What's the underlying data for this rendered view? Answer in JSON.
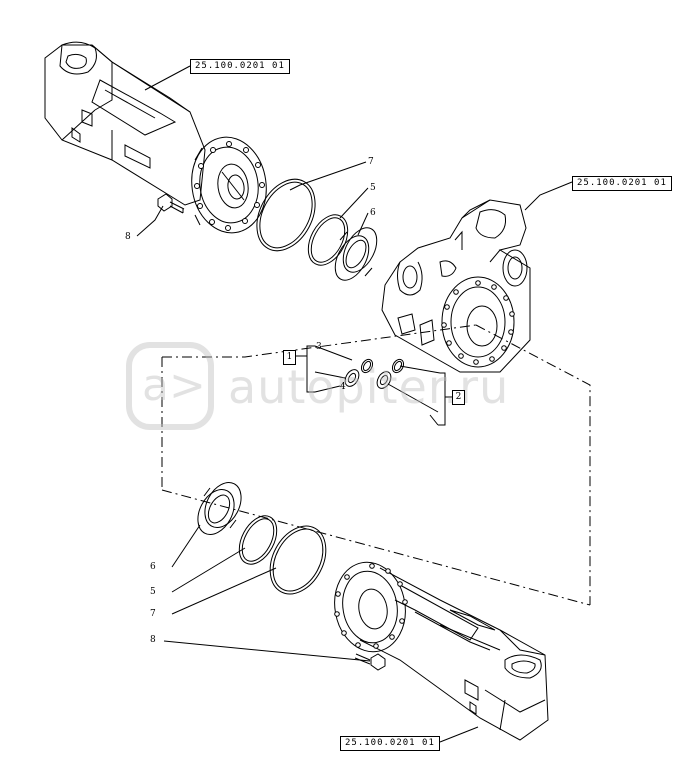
{
  "diagram": {
    "reference_labels": [
      "25.100.0201 01",
      "25.100.0201 01",
      "25.100.0201 01"
    ],
    "callouts_top": [
      "7",
      "5",
      "6",
      "8"
    ],
    "callouts_middle": [
      "3",
      "4",
      "1",
      "2"
    ],
    "callouts_bottom": [
      "6",
      "5",
      "7",
      "8"
    ],
    "watermark": {
      "logo": "a>",
      "text": "autopiter.ru",
      "color": "#bebebe"
    },
    "line_color": "#000000"
  }
}
